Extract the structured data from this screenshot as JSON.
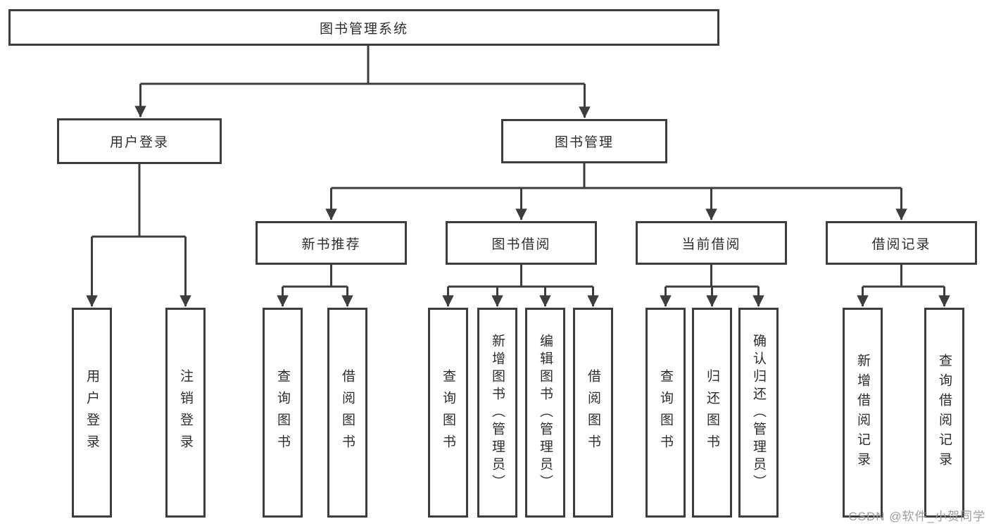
{
  "diagram": {
    "root": {
      "label": "图书管理系统"
    },
    "branches": [
      {
        "label": "用户登录",
        "leaves": [
          {
            "label": "用户登录"
          },
          {
            "label": "注销登录"
          }
        ]
      },
      {
        "label": "图书管理",
        "sections": [
          {
            "label": "新书推荐",
            "leaves": [
              {
                "label": "查询图书"
              },
              {
                "label": "借阅图书"
              }
            ]
          },
          {
            "label": "图书借阅",
            "leaves": [
              {
                "label": "查询图书"
              },
              {
                "label": "新增图书（管理员）"
              },
              {
                "label": "编辑图书（管理员）"
              },
              {
                "label": "借阅图书"
              }
            ]
          },
          {
            "label": "当前借阅",
            "leaves": [
              {
                "label": "查询图书"
              },
              {
                "label": "归还图书"
              },
              {
                "label": "确认归还（管理员）"
              }
            ]
          },
          {
            "label": "借阅记录",
            "leaves": [
              {
                "label": "新增借阅记录"
              },
              {
                "label": "查询借阅记录"
              }
            ]
          }
        ]
      }
    ]
  },
  "watermark": {
    "text": "CSDN @软件_小贺同学"
  },
  "colors": {
    "box_border": "#3d3d3d",
    "connector_line": "#3d3d3d",
    "text": "#2d2d2d",
    "watermark": "#9c9c9c",
    "background": "#ffffff"
  }
}
